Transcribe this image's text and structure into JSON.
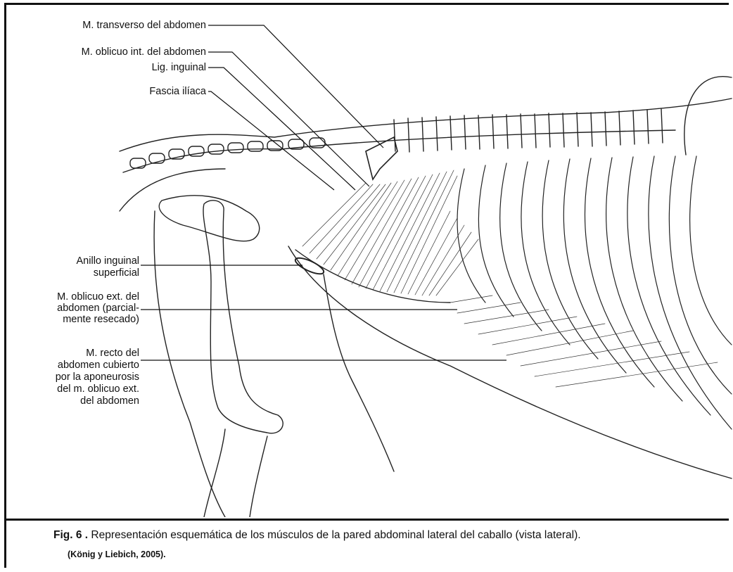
{
  "labels": {
    "transverso": "M. transverso del abdomen",
    "oblicuo_int": "M. oblicuo int. del abdomen",
    "lig_inguinal": "Lig. inguinal",
    "fascia_iliaca": "Fascia ilíaca",
    "anillo": [
      "Anillo inguinal",
      "superficial"
    ],
    "oblicuo_ext": [
      "M. oblicuo ext. del",
      "abdomen (parcial-",
      "mente resecado)"
    ],
    "recto": [
      "M. recto del",
      "abdomen cubierto",
      "por la aponeurosis",
      "del m. oblicuo ext.",
      "del abdomen"
    ]
  },
  "caption": {
    "fig_label": "Fig. 6 .",
    "text": " Representación esquemática de los músculos de la pared abdominal lateral del caballo (vista lateral).",
    "reference": "(König y Liebich, 2005)."
  },
  "colors": {
    "ink": "#111111",
    "background": "#ffffff"
  }
}
